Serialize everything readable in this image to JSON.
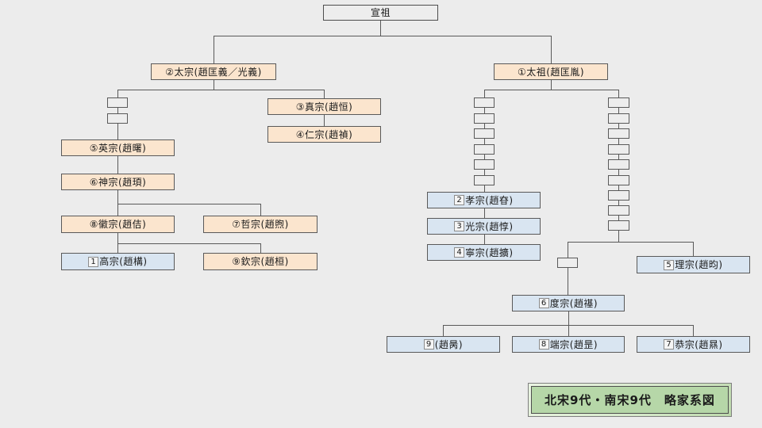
{
  "title": {
    "label": "北宋9代・南宋9代　略家系図"
  },
  "nodes": {
    "xuanzu": {
      "label": "宣祖"
    },
    "taizong": {
      "label": "②太宗(趙匡義／光義)"
    },
    "taizu": {
      "label": "①太祖(趙匡胤)"
    },
    "zhenzong": {
      "label": "③真宗(趙恒)"
    },
    "renzong": {
      "label": "④仁宗(趙禎)"
    },
    "yingzong": {
      "label": "⑤英宗(趙曙)"
    },
    "shenzong": {
      "label": "⑥神宗(趙頊)"
    },
    "huizong": {
      "label": "⑧徽宗(趙佶)"
    },
    "zhezong": {
      "label": "⑦哲宗(趙煦)"
    },
    "qinzong": {
      "label": "⑨欽宗(趙桓)"
    },
    "gaozong": {
      "num": "1",
      "label": "高宗(趙構)"
    },
    "xiaozong": {
      "num": "2",
      "label": "孝宗(趙昚)"
    },
    "guangzong": {
      "num": "3",
      "label": "光宗(趙惇)"
    },
    "ningzong": {
      "num": "4",
      "label": "寧宗(趙擴)"
    },
    "lizong": {
      "num": "5",
      "label": "理宗(趙昀)"
    },
    "duzong": {
      "num": "6",
      "label": "度宗(趙禥)"
    },
    "bing": {
      "num": "9",
      "label": "(趙昺)"
    },
    "duanzong": {
      "num": "8",
      "label": "端宗(趙昰)"
    },
    "gongzong": {
      "num": "7",
      "label": "恭宗(趙㬎)"
    }
  },
  "colors": {
    "background": "#ececec",
    "northern_box": "#fbe5ce",
    "southern_box": "#d9e5f1",
    "line": "#595959",
    "title_fill": "#b6d7a8"
  }
}
